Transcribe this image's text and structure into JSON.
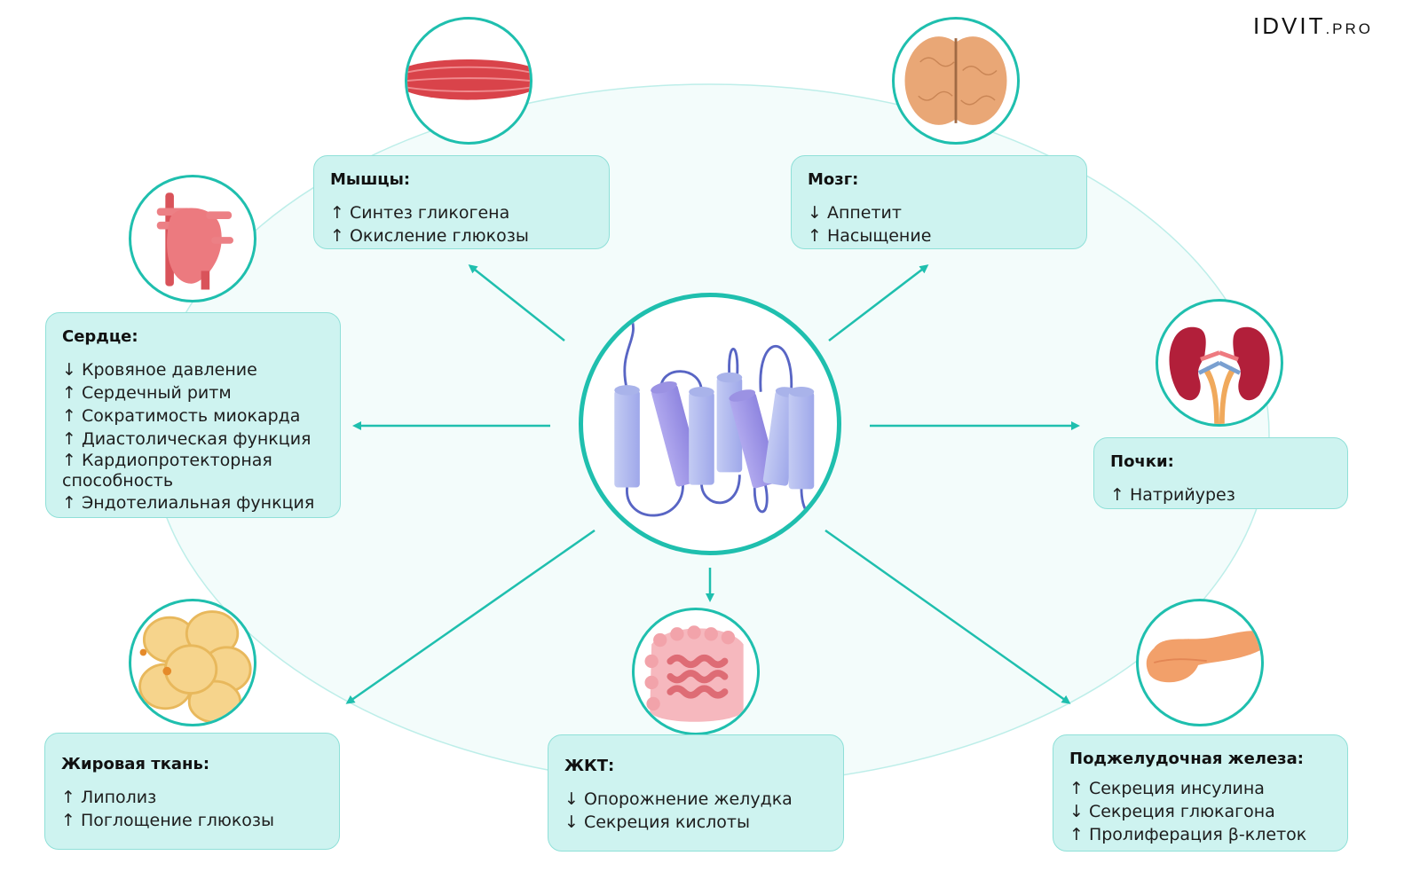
{
  "logo": {
    "main": "IDVIT",
    "suffix": ".PRO"
  },
  "colors": {
    "accent": "#1fbfae",
    "box_fill": "#cef3f0",
    "box_border": "#8fe0d8",
    "ellipse_fill": "#f3fcfb"
  },
  "center": {
    "icon": "gpcr-receptor-icon"
  },
  "organs": {
    "muscles": {
      "title": "Мышцы:",
      "icon": "muscle-icon",
      "items": [
        "↑ Синтез гликогена",
        "↑ Окисление глюкозы"
      ]
    },
    "brain": {
      "title": "Мозг:",
      "icon": "brain-icon",
      "items": [
        "↓ Аппетит",
        "↑ Насыщение"
      ]
    },
    "heart": {
      "title": "Сердце:",
      "icon": "heart-icon",
      "items": [
        "↓ Кровяное давление",
        "↑ Сердечный ритм",
        "↑ Сократимость миокарда",
        "↑ Диастолическая функция",
        "↑ Кардиопротекторная способность",
        "↑ Эндотелиальная функция"
      ]
    },
    "kidneys": {
      "title": "Почки:",
      "icon": "kidneys-icon",
      "items": [
        "↑ Натрийурез"
      ]
    },
    "fat": {
      "title": "Жировая ткань:",
      "icon": "fat-cells-icon",
      "items": [
        "↑ Липолиз",
        "↑ Поглощение глюкозы"
      ]
    },
    "gi": {
      "title": "ЖКТ:",
      "icon": "intestine-icon",
      "items": [
        "↓ Опорожнение желудка",
        "↓ Секреция кислоты"
      ]
    },
    "pancreas": {
      "title": "Поджелудочная железа:",
      "icon": "pancreas-icon",
      "items": [
        "↑ Секреция инсулина",
        "↓ Секреция глюкагона",
        "↑ Пролиферация β-клеток"
      ]
    }
  }
}
